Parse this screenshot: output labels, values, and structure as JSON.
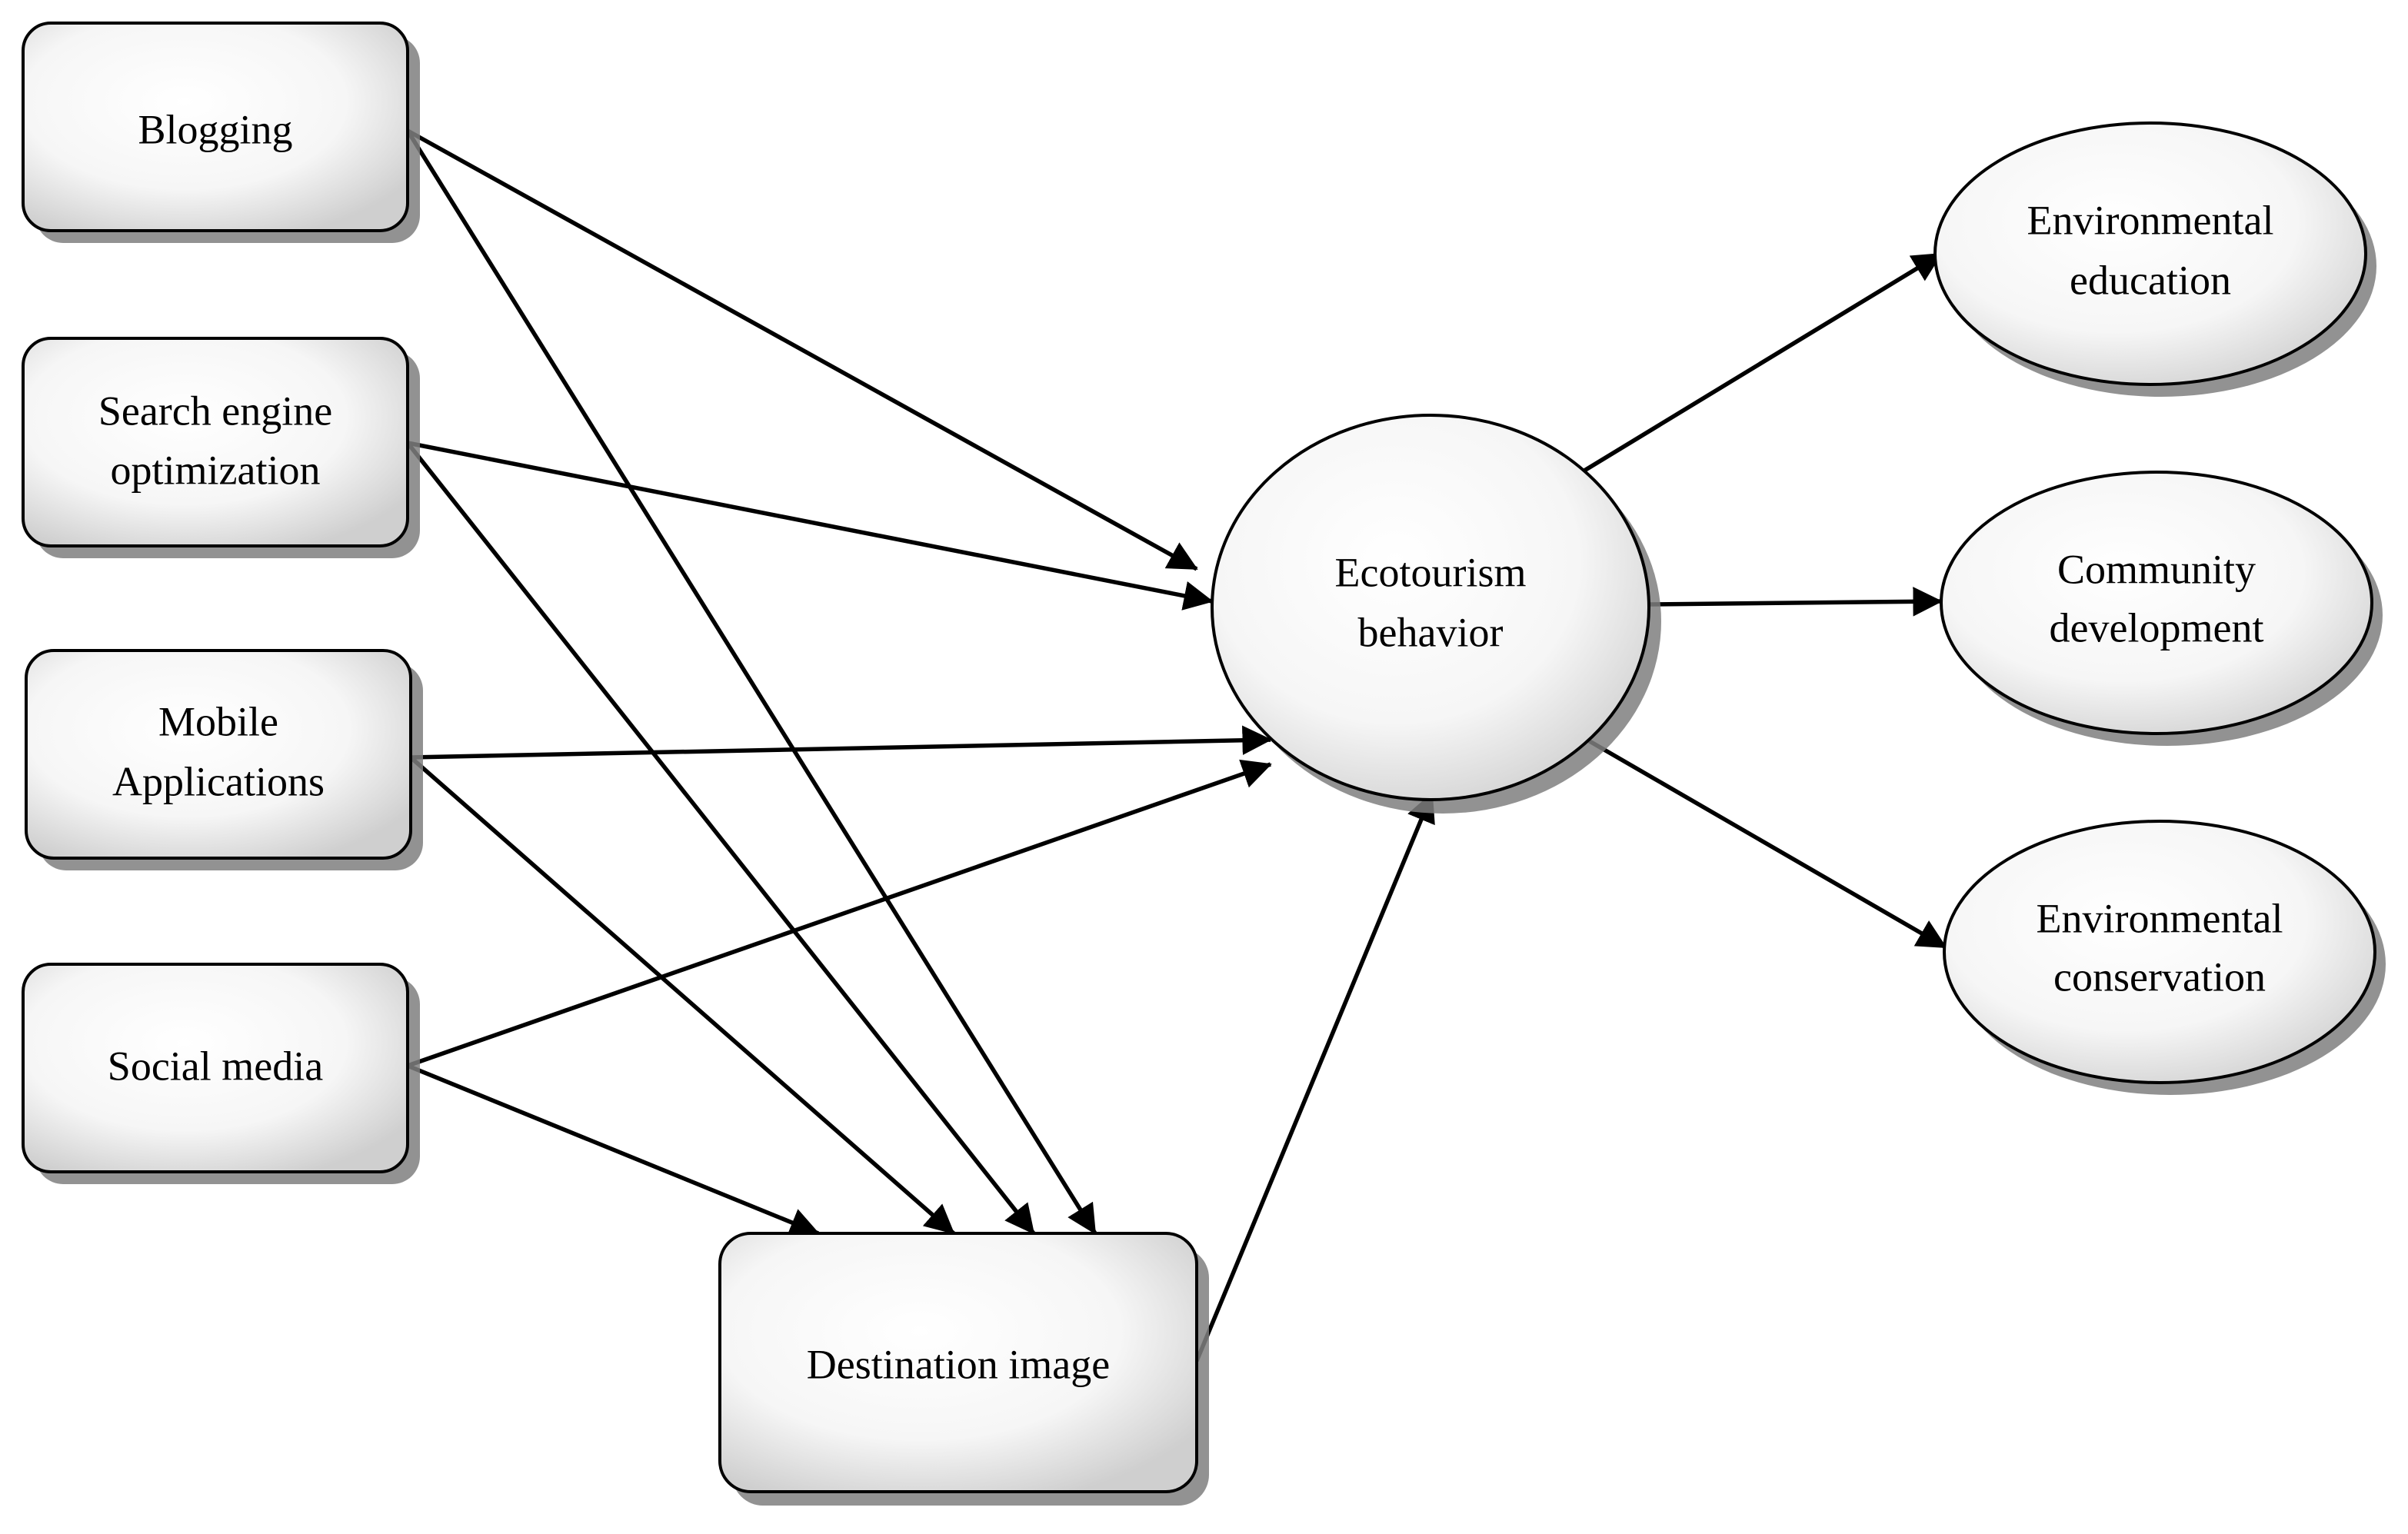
{
  "nodes": {
    "blogging": {
      "lines": [
        "Blogging"
      ],
      "shape": "rect"
    },
    "seo": {
      "lines": [
        "Search engine",
        "optimization"
      ],
      "shape": "rect"
    },
    "mobile": {
      "lines": [
        "Mobile",
        "Applications"
      ],
      "shape": "rect"
    },
    "social": {
      "lines": [
        "Social media"
      ],
      "shape": "rect"
    },
    "destination": {
      "lines": [
        "Destination image"
      ],
      "shape": "rect"
    },
    "eco": {
      "lines": [
        "Ecotourism",
        "behavior"
      ],
      "shape": "ellipse"
    },
    "env_edu": {
      "lines": [
        "Environmental",
        "education"
      ],
      "shape": "ellipse"
    },
    "community": {
      "lines": [
        "Community",
        "development"
      ],
      "shape": "ellipse"
    },
    "env_cons": {
      "lines": [
        "Environmental",
        "conservation"
      ],
      "shape": "ellipse"
    }
  },
  "edges": [
    {
      "from": "blogging",
      "to": "eco"
    },
    {
      "from": "blogging",
      "to": "destination"
    },
    {
      "from": "seo",
      "to": "eco"
    },
    {
      "from": "seo",
      "to": "destination"
    },
    {
      "from": "mobile",
      "to": "eco"
    },
    {
      "from": "mobile",
      "to": "destination"
    },
    {
      "from": "social",
      "to": "eco"
    },
    {
      "from": "social",
      "to": "destination"
    },
    {
      "from": "destination",
      "to": "eco"
    },
    {
      "from": "eco",
      "to": "env_edu"
    },
    {
      "from": "eco",
      "to": "community"
    },
    {
      "from": "eco",
      "to": "env_cons"
    }
  ],
  "colors": {
    "stroke": "#000000",
    "fill_light": "#ffffff",
    "fill_dark": "#cfcfcf",
    "shadow": "#7f7f7f"
  }
}
